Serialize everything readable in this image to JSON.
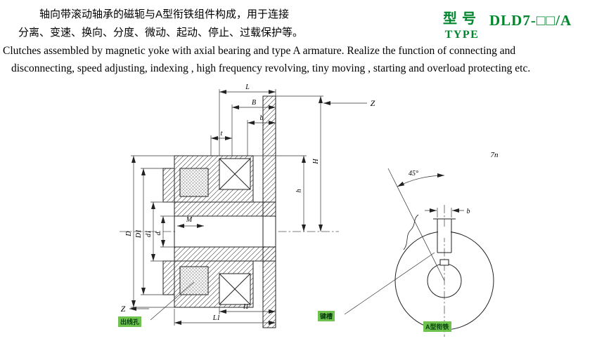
{
  "header": {
    "cn1": "轴向带滚动轴承的磁轭与A型衔铁组件构成，用于连接",
    "cn2": "分离、变速、换向、分度、微动、起动、停止、过载保护等。",
    "en1": "Clutches assembled by magnetic yoke with axial bearing and type A armature. Realize the function of connecting and",
    "en2": "disconnecting, speed adjusting, indexing , high frequency revolving, tiny moving , starting and overload protecting etc."
  },
  "type_block": {
    "label_cn": "型号",
    "label_en": "TYPE",
    "model": "DLD7-□□/A"
  },
  "colors": {
    "accent_green": "#00862d",
    "line": "#222222",
    "annotation_green": "#6fc24d"
  },
  "drawing": {
    "view_arrow": "Z",
    "section_view": {
      "dims": {
        "L": "L",
        "B": "B",
        "b": "b",
        "t": "t",
        "D": "D",
        "D1": "D1",
        "d1": "d1",
        "d": "d",
        "H": "H",
        "h": "h",
        "M": "M",
        "l1": "l1",
        "L1": "L1"
      },
      "annotation_outlet": "出线孔"
    },
    "end_view": {
      "angle_label": "45°",
      "slot_width_label": "b",
      "note": "7n",
      "annotation_keyway": "键槽",
      "caption": "A型衔铁"
    }
  }
}
